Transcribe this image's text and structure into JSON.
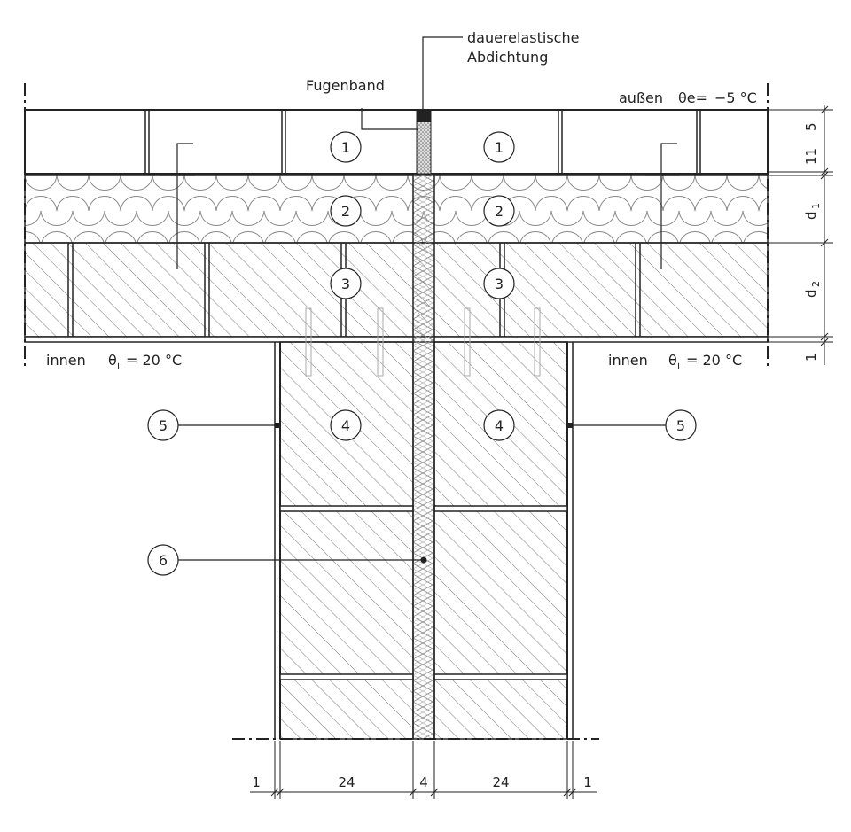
{
  "labels": {
    "sealant_line1": "dauerelastische",
    "sealant_line2": "Abdichtung",
    "joint_tape": "Fugenband",
    "outside": "außen",
    "outside_temp_symbol": "θe=",
    "outside_temp_value": "−5 °C",
    "inside_left": "innen",
    "inside_left_temp_symbol": "θ",
    "inside_left_temp_sub": "i",
    "inside_left_temp_value": "= 20 °C",
    "inside_right": "innen",
    "inside_right_temp_symbol": "θ",
    "inside_right_temp_sub": "i",
    "inside_right_temp_value": "= 20 °C"
  },
  "callouts": {
    "c1_left": "1",
    "c1_right": "1",
    "c2_left": "2",
    "c2_right": "2",
    "c3_left": "3",
    "c3_right": "3",
    "c4_left": "4",
    "c4_right": "4",
    "c5_left": "5",
    "c5_right": "5",
    "c6": "6"
  },
  "dimensions": {
    "right_5": "5",
    "right_11": "11",
    "right_d": "d",
    "right_d1_sub": "1",
    "right_d2_sub": "2",
    "right_1": "1",
    "bottom_left_1": "1",
    "bottom_24_left": "24",
    "bottom_4": "4",
    "bottom_24_right": "24",
    "bottom_right_1": "1"
  }
}
